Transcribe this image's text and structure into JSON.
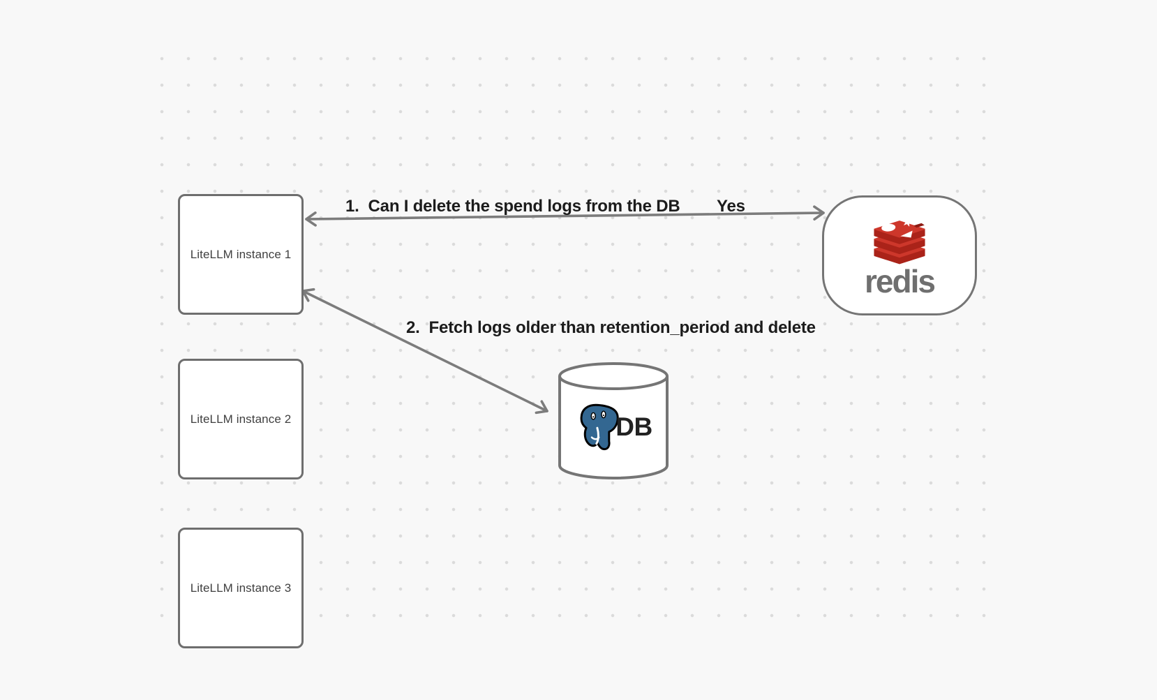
{
  "diagram": {
    "instances": [
      {
        "label": "LiteLLM instance 1"
      },
      {
        "label": "LiteLLM instance 2"
      },
      {
        "label": "LiteLLM instance 3"
      }
    ],
    "redis": {
      "wordmark": "redis"
    },
    "database": {
      "label": "DB"
    },
    "arrows": {
      "step1": {
        "label": "1.  Can I delete the spend logs from the DB",
        "response": "Yes",
        "from": "redis",
        "to": "LiteLLM instance 1",
        "style": "double-headed"
      },
      "step2": {
        "label": "2.  Fetch logs older than retention_period and delete",
        "from": "LiteLLM instance 1",
        "to": "DB",
        "style": "double-headed"
      }
    },
    "colors": {
      "background": "#f8f8f8",
      "grid_dot": "#dbdbdb",
      "node_border": "#6e6e6e",
      "arrow_stroke": "#7c7c7c",
      "label_text": "#1c1c1c",
      "node_text": "#3f3f3f",
      "redis_red": "#CD372B",
      "redis_dark_red": "#AA2319",
      "redis_notch_red": "#8E1A12",
      "redis_wordmark_gray": "#6f6f6f",
      "postgres_blue": "#336791",
      "db_text": "#222222"
    }
  }
}
